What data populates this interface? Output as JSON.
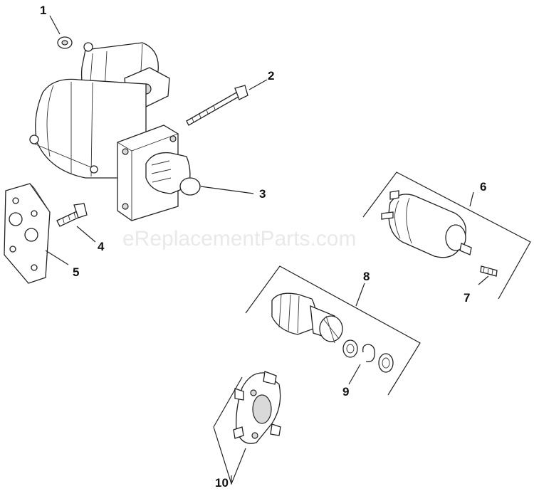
{
  "diagram": {
    "watermark": "eReplacementParts.com",
    "callouts": [
      {
        "id": "1",
        "label": "1"
      },
      {
        "id": "2",
        "label": "2"
      },
      {
        "id": "3",
        "label": "3"
      },
      {
        "id": "4",
        "label": "4"
      },
      {
        "id": "5",
        "label": "5"
      },
      {
        "id": "6",
        "label": "6"
      },
      {
        "id": "7",
        "label": "7"
      },
      {
        "id": "8",
        "label": "8"
      },
      {
        "id": "9",
        "label": "9"
      },
      {
        "id": "10",
        "label": "10"
      }
    ]
  }
}
